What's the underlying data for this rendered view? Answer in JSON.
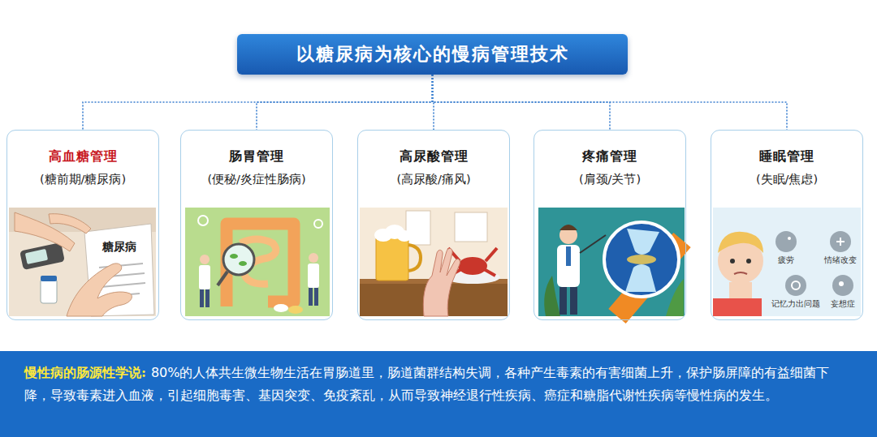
{
  "diagram": {
    "nodes": [
      {
        "text": [
          "以糖尿病为核心的慢病管理技术"
        ]
      },
      {
        "text": [
          "高血糖管理",
          "(糖前期/糖尿病)"
        ]
      },
      {
        "text": [
          "肠胃管理",
          "(便秘/炎症性肠病)"
        ]
      },
      {
        "text": [
          "高尿酸管理",
          "(高尿酸/痛风)"
        ]
      },
      {
        "text": [
          "疼痛管理",
          "(肩颈/关节)"
        ]
      },
      {
        "text": [
          "睡眠管理",
          "(失眠/焦虑)"
        ]
      },
      {
        "text": [
          "慢性病的肠源性学说:",
          "80%的人体共生微生物生活在胃肠道里，肠道菌群结构失调，各种产生毒素的有害细菌上升，保护肠屏障的有益细菌下降，导致毒素进入血液，引起细胞毒害、基因突变、免疫紊乱，从而导致神经退行性疾病、癌症和糖脂代谢性疾病等慢性病的发生。"
        ]
      }
    ],
    "edges": [
      {
        "from": 0,
        "to": 1,
        "arrow": "none"
      },
      {
        "from": 0,
        "to": 2,
        "arrow": "none"
      },
      {
        "from": 0,
        "to": 3,
        "arrow": "none"
      },
      {
        "from": 0,
        "to": 4,
        "arrow": "none"
      },
      {
        "from": 0,
        "to": 5,
        "arrow": "none"
      }
    ],
    "labels": [
      "糖尿病",
      "疲劳",
      "情绪改变",
      "记忆力出问题",
      "妄想症"
    ]
  }
}
